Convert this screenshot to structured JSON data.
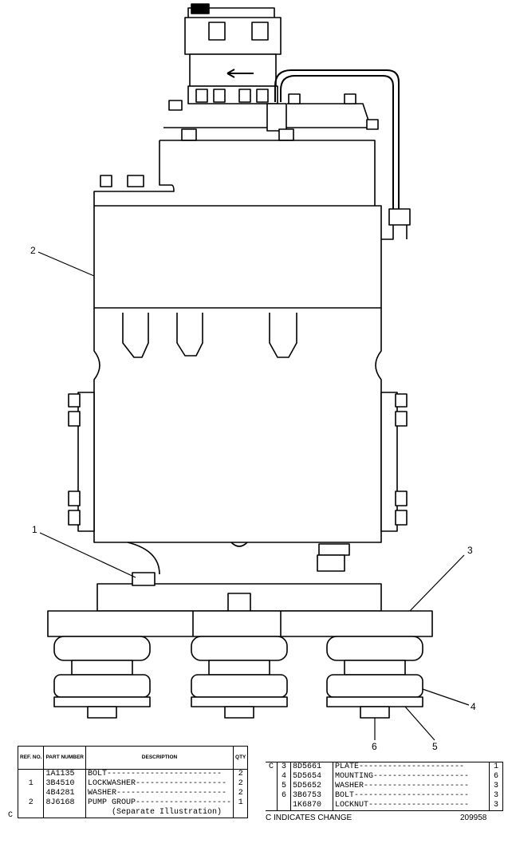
{
  "callouts": {
    "c1": "1",
    "c2": "2",
    "c3": "3",
    "c4": "4",
    "c5": "5",
    "c6": "6"
  },
  "parts_table": {
    "headers": {
      "ref": "REF. NO.",
      "part": "PART NUMBER",
      "desc": "DESCRIPTION",
      "qty": "QTY"
    },
    "rows": [
      {
        "change": "",
        "ref": "",
        "part": "1A1135",
        "desc": "BOLT------------------------",
        "qty": "2"
      },
      {
        "change": "",
        "ref": "1",
        "part": "3B4510",
        "desc": "LOCKWASHER-------------------",
        "qty": "2"
      },
      {
        "change": "",
        "ref": "",
        "part": "4B4281",
        "desc": "WASHER-----------------------",
        "qty": "2"
      },
      {
        "change": "C",
        "ref": "2",
        "part": "8J6168",
        "desc": "PUMP GROUP--------------------",
        "qty": "1"
      },
      {
        "change": "",
        "ref": "",
        "part": "",
        "desc": "(Separate Illustration)",
        "qty": ""
      }
    ]
  },
  "parts_table_2": {
    "rows": [
      {
        "change": "C",
        "ref": "3",
        "part": "8D5661",
        "desc": "PLATE----------------------",
        "qty": "1"
      },
      {
        "change": "",
        "ref": "4",
        "part": "5D5654",
        "desc": "MOUNTING--------------------",
        "qty": "6"
      },
      {
        "change": "",
        "ref": "5",
        "part": "5D5652",
        "desc": "WASHER----------------------",
        "qty": "3"
      },
      {
        "change": "",
        "ref": "6",
        "part": "3B6753",
        "desc": "BOLT------------------------",
        "qty": "3"
      },
      {
        "change": "",
        "ref": "",
        "part": "1K6870",
        "desc": "LOCKNUT---------------------",
        "qty": "3"
      }
    ]
  },
  "footer": {
    "change_note": "C INDICATES CHANGE",
    "drawing_number": "209958"
  }
}
